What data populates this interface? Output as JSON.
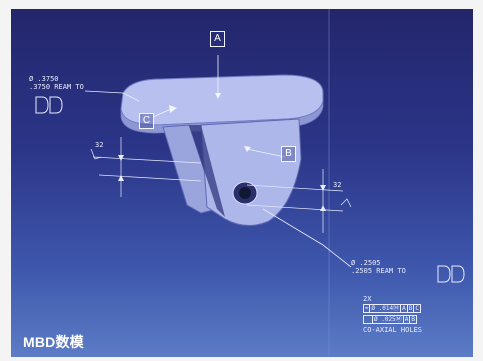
{
  "caption": "MBD数模",
  "datums": {
    "a": "A",
    "b": "B",
    "c": "C"
  },
  "top_left_note": {
    "line1": "Ø .3750",
    "line2": ".3750 REAM TO"
  },
  "bottom_right_note": {
    "line1": "Ø .2505",
    "line2": ".2505 REAM TO"
  },
  "dimensions": {
    "left": "32",
    "right": "32"
  },
  "feature_control": {
    "count": "2X",
    "row1": [
      "⌖",
      "Ø .014Ⓜ",
      "A",
      "B",
      "C"
    ],
    "row2": [
      "",
      "Ø .025Ⓜ",
      "A",
      "B"
    ],
    "note": "CO-AXIAL HOLES"
  },
  "colors": {
    "part": "#b9c2ee",
    "part_dark": "#8e99d6",
    "background": "#2b3588"
  }
}
